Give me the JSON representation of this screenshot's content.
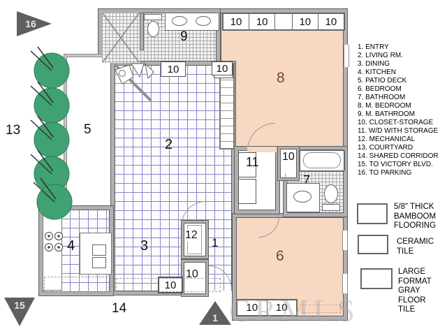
{
  "plan": {
    "rooms": {
      "entry": "1",
      "living": "2",
      "dining": "3",
      "kitchen": "4",
      "patio": "5",
      "bedroom": "6",
      "bathroom": "7",
      "m_bedroom": "8",
      "m_bathroom": "9",
      "closet": "10",
      "wd": "11",
      "mechanical": "12"
    },
    "site": {
      "courtyard": "13",
      "corridor": "14"
    },
    "markers": {
      "to_parking": "16",
      "to_victory": "15",
      "entry_arrow": "1"
    }
  },
  "legend": {
    "items": [
      "1. ENTRY",
      "2. LIVING RM.",
      "3. DINING",
      "4. KITCHEN",
      "5. PATIO DECK",
      "6. BEDROOM",
      "7. BATHROOM",
      "8. M. BEDROOM",
      "9. M. BATHROOM",
      "10. CLOSET-STORAGE",
      "11. W/D WITH STORAGE",
      "12. MECHANICAL",
      "13. COURTYARD",
      "14. SHARED CORRIDOR",
      "15. TO VICTORY BLVD.",
      "16. TO PARKING"
    ]
  },
  "materials": {
    "bamboo": {
      "label": "5/8\" THICK BAMBOOM FLOORING",
      "color": "#f7d8c3"
    },
    "ceramic": {
      "label": "CERAMIC TILE"
    },
    "large_format": {
      "label": "LARGE FORMAT GRAY FLOOR TILE",
      "grid_color": "#8585c2"
    }
  },
  "watermark": "CRMLS",
  "colors": {
    "bamboo_flooring": "#f7d8c3",
    "tree_green": "#40a273",
    "tile_grid_blue": "#8585c2",
    "wall_gray": "#b0b0b0",
    "marker_gray": "#5f5f5f"
  }
}
